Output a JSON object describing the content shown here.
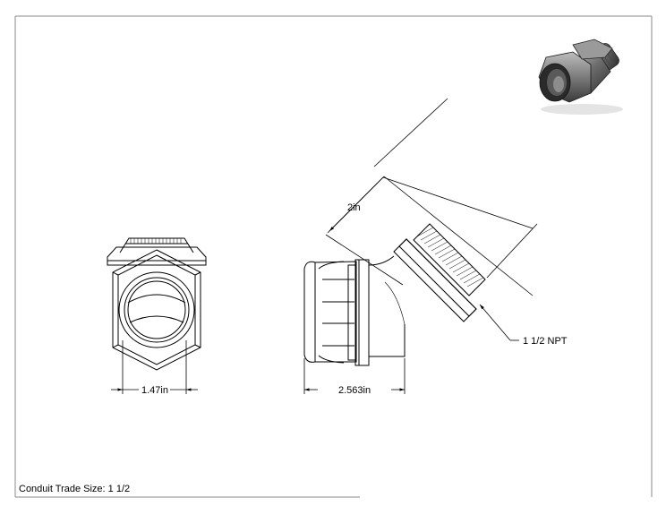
{
  "dimensions": {
    "front_width": "1.47in",
    "side_length": "2.563in",
    "angled_length": "2in",
    "thread_callout": "1 1/2 NPT"
  },
  "footer": {
    "trade_size_label": "Conduit Trade Size: 1 1/2"
  },
  "icons": {
    "iso_view": "fitting-3d-render-icon"
  }
}
